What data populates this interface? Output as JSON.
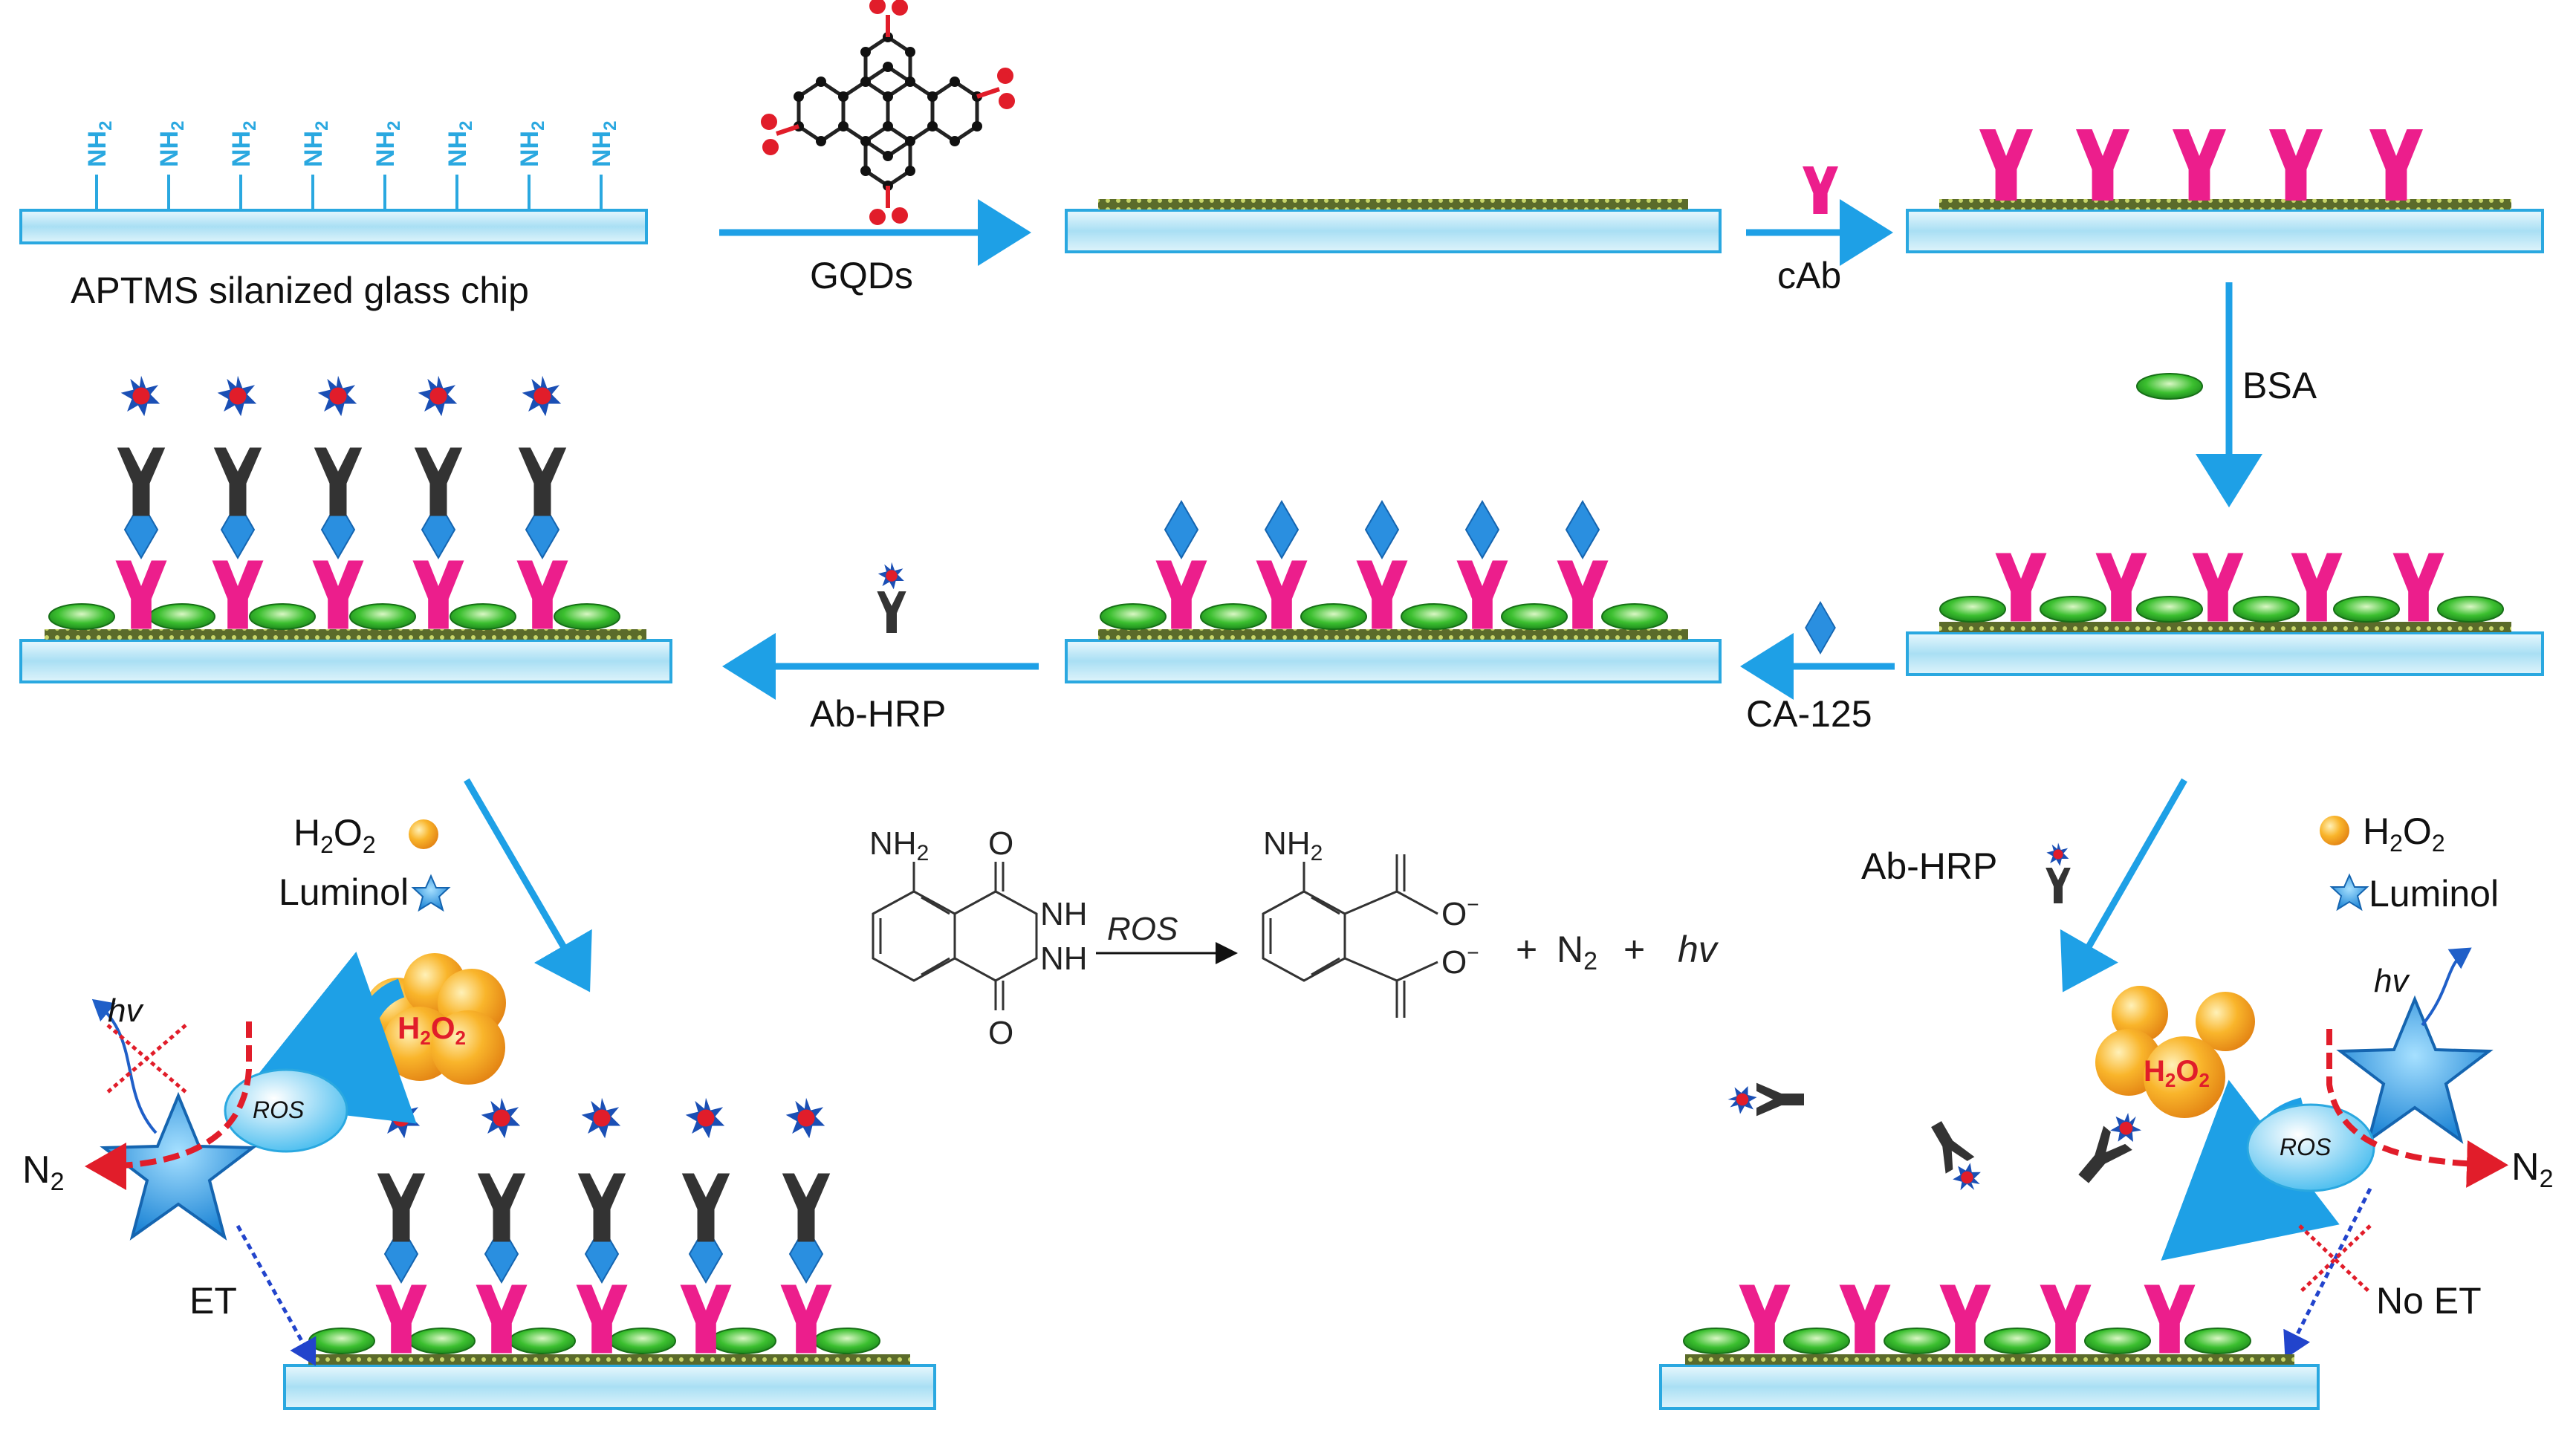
{
  "labels": {
    "aptms_chip": "APTMS silanized glass chip",
    "gqds": "GQDs",
    "cab": "cAb",
    "bsa": "BSA",
    "ca125": "CA-125",
    "ab_hrp_mid": "Ab-HRP",
    "ab_hrp_right": "Ab-HRP",
    "h2o2_left": "H2O2",
    "luminol_left": "Luminol",
    "h2o2_right": "H2O2",
    "luminol_right": "Luminol",
    "hv_left": "hv",
    "hv_right": "hv",
    "ros_left": "ROS",
    "ros_right": "ROS",
    "n2_left": "N2",
    "n2_right": "N2",
    "et": "ET",
    "no_et": "No ET",
    "h2o2_cluster_left": "H2O2",
    "h2o2_cluster_right": "H2O2",
    "nh2_surface": "NH2"
  },
  "reaction": {
    "nh2_reactant": "NH2",
    "nh2_product": "NH2",
    "nh_top": "NH",
    "nh_bottom": "NH",
    "o_top": "O",
    "o_bottom": "O",
    "o_prod_top": "O",
    "o_prod_bottom": "O",
    "arrow_label": "ROS",
    "plus1": "+",
    "n2": "N2",
    "plus2": "+",
    "hv": "hv"
  },
  "colors": {
    "chip": "#bfe9f8",
    "chip_border": "#2aa8e0",
    "antibody": "#ec1e8c",
    "bsa": "#2fb52f",
    "antigen": "#2a8fe0",
    "detection_ab": "#333333",
    "hrp": "#e11d2a",
    "h2o2": "#f6a623",
    "luminol": "#2a9fe8",
    "arrow": "#1ea0e6"
  }
}
